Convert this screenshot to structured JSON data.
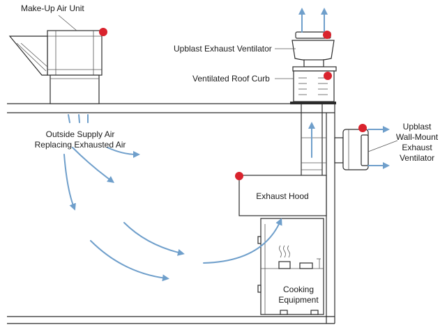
{
  "labels": {
    "makeup_air_unit": "Make-Up Air Unit",
    "upblast_exhaust_ventilator": "Upblast Exhaust Ventilator",
    "ventilated_roof_curb": "Ventilated Roof Curb",
    "outside_supply_air_line1": "Outside Supply Air",
    "outside_supply_air_line2": "Replacing Exhausted Air",
    "wall_mount_line1": "Upblast",
    "wall_mount_line2": "Wall-Mount",
    "wall_mount_line3": "Exhaust",
    "wall_mount_line4": "Ventilator",
    "exhaust_hood": "Exhaust Hood",
    "cooking_equipment_line1": "Cooking",
    "cooking_equipment_line2": "Equipment"
  },
  "colors": {
    "airflow_arrow": "#6f9fcb",
    "marker_dot": "#d9232d",
    "line": "#2b2b2b"
  }
}
